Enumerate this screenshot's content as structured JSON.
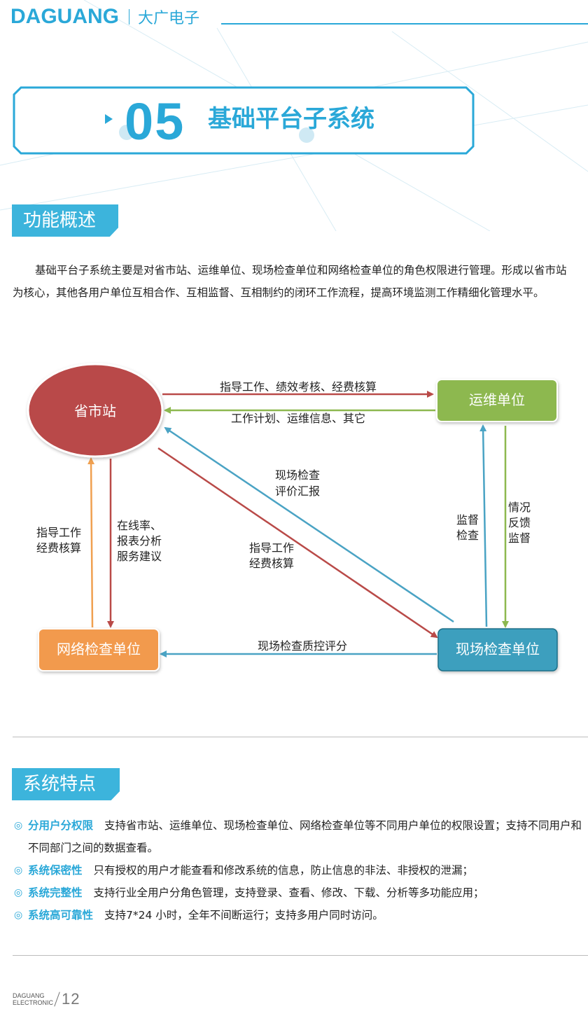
{
  "header": {
    "brand_en": "DAGUANG",
    "brand_cn": "大广电子",
    "accent": "#2aa8d8"
  },
  "chapter": {
    "number": "05",
    "title": "基础平台子系统"
  },
  "overview": {
    "heading": "功能概述",
    "paragraph": "基础平台子系统主要是对省市站、运维单位、现场检查单位和网络检查单位的角色权限进行管理。形成以省市站为核心，其他各用户单位互相合作、互相监督、互相制约的闭环工作流程，提高环境监测工作精细化管理水平。"
  },
  "diagram": {
    "nodes": {
      "province": "省市站",
      "maintenance": "运维单位",
      "network": "网络检查单位",
      "onsite": "现场检查单位"
    },
    "labels": {
      "prov_to_maint": "指导工作、绩效考核、经费核算",
      "maint_to_prov": "工作计划、运维信息、其它",
      "onsite_report_1": "现场检查",
      "onsite_report_2": "评价汇报",
      "prov_to_onsite_1": "指导工作",
      "prov_to_onsite_2": "经费核算",
      "net_to_prov_1": "指导工作",
      "net_to_prov_2": "经费核算",
      "prov_to_net_1": "在线率、",
      "prov_to_net_2": "报表分析",
      "prov_to_net_3": "服务建议",
      "supervise_1": "监督",
      "supervise_2": "检查",
      "feedback_1": "情况",
      "feedback_2": "反馈",
      "feedback_3": "监督",
      "onsite_to_net": "现场检查质控评分"
    },
    "colors": {
      "province": "#b94a48",
      "maintenance": "#8db84f",
      "network": "#f29a4e",
      "onsite": "#3c9fbe",
      "red_arrow": "#b94a48",
      "green_arrow": "#8db84f",
      "blue_arrow": "#4aa3c4",
      "orange_arrow": "#f0a050"
    }
  },
  "features": {
    "heading": "系统特点",
    "items": [
      {
        "name": "分用户分权限",
        "text": "支持省市站、运维单位、现场检查单位、网络检查单位等不同用户单位的权限设置；支持不同用户和不同部门之间的数据查看。"
      },
      {
        "name": "系统保密性",
        "text": "只有授权的用户才能查看和修改系统的信息，防止信息的非法、非授权的泄漏；"
      },
      {
        "name": "系统完整性",
        "text": "支持行业全用户分角色管理，支持登录、查看、修改、下载、分析等多功能应用；"
      },
      {
        "name": "系统高可靠性",
        "text": "支持7*24 小时，全年不间断运行；支持多用户同时访问。"
      }
    ]
  },
  "footer": {
    "brand_line1": "DAGUANG",
    "brand_line2": "ELECTRONIC",
    "page": "12"
  }
}
